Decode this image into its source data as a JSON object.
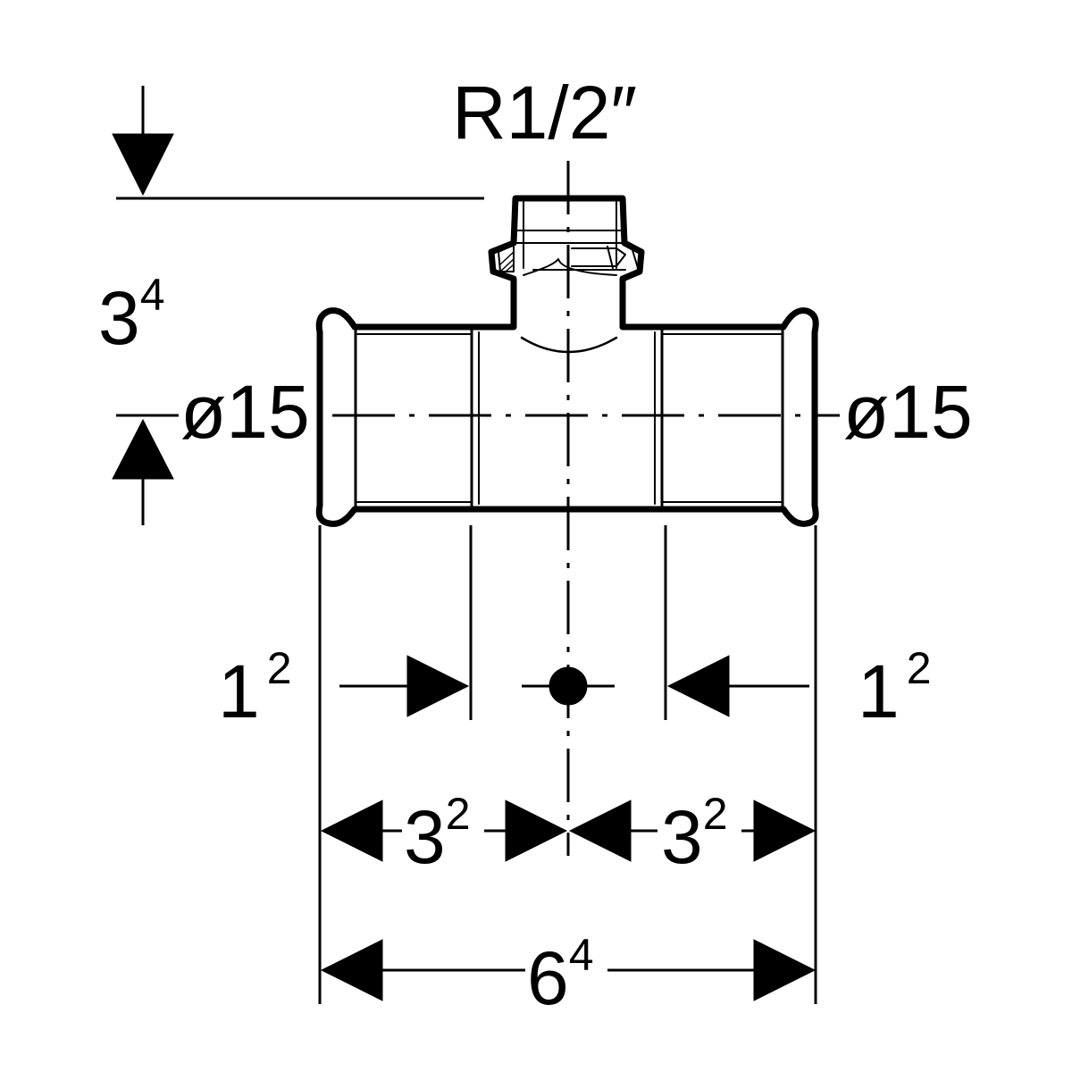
{
  "thread_label": "R1/2″",
  "left_diameter": "ø15",
  "right_diameter": "ø15",
  "height_dim": {
    "base": "3",
    "sup": "4"
  },
  "left_socket_dim": {
    "base": "1",
    "sup": "2"
  },
  "right_socket_dim": {
    "base": "1",
    "sup": "2"
  },
  "left_half_dim": {
    "base": "3",
    "sup": "2"
  },
  "right_half_dim": {
    "base": "3",
    "sup": "2"
  },
  "total_length_dim": {
    "base": "6",
    "sup": "4"
  },
  "colors": {
    "line": "#000000",
    "background": "#ffffff"
  }
}
